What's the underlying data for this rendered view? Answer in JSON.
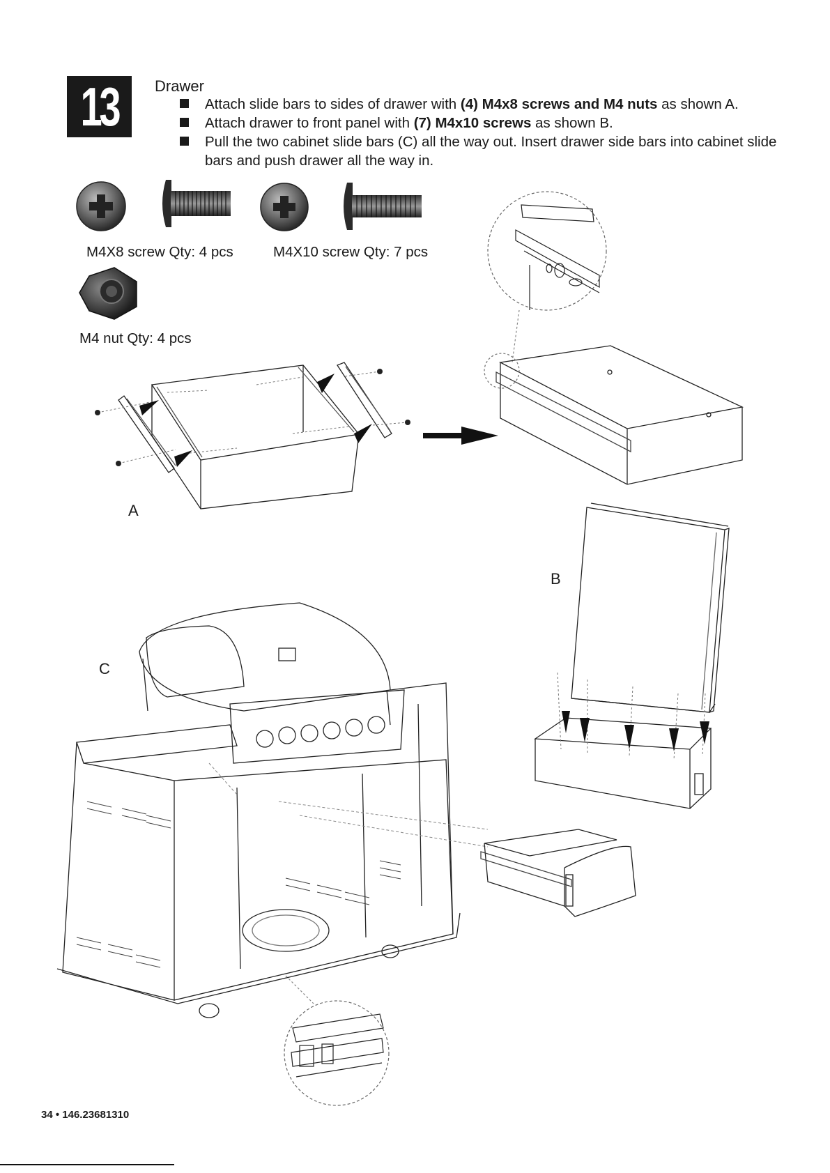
{
  "step": {
    "number": "13",
    "title": "Drawer"
  },
  "instructions": [
    {
      "parts": [
        {
          "t": "Attach slide bars to sides of drawer with ",
          "b": false
        },
        {
          "t": "(4) M4x8 screws and M4 nuts",
          "b": true
        },
        {
          "t": " as shown A.",
          "b": false
        }
      ]
    },
    {
      "parts": [
        {
          "t": "Attach drawer to front panel with ",
          "b": false
        },
        {
          "t": "(7) M4x10 screws",
          "b": true
        },
        {
          "t": " as shown B.",
          "b": false
        }
      ]
    },
    {
      "parts": [
        {
          "t": "Pull the two cabinet slide bars (C) all the way out. Insert drawer side bars into cabinet slide bars and push drawer all the way in.",
          "b": false
        }
      ]
    }
  ],
  "hardware": [
    {
      "label": "M4X8 screw Qty: 4 pcs",
      "icon": "m4x8-screw-icon"
    },
    {
      "label": "M4X10 screw Qty: 7 pcs",
      "icon": "m4x10-screw-icon"
    },
    {
      "label": "M4 nut Qty: 4 pcs",
      "icon": "m4-nut-icon"
    }
  ],
  "figures": {
    "a": "A",
    "b": "B",
    "c": "C"
  },
  "footer": "34 • 146.23681310"
}
